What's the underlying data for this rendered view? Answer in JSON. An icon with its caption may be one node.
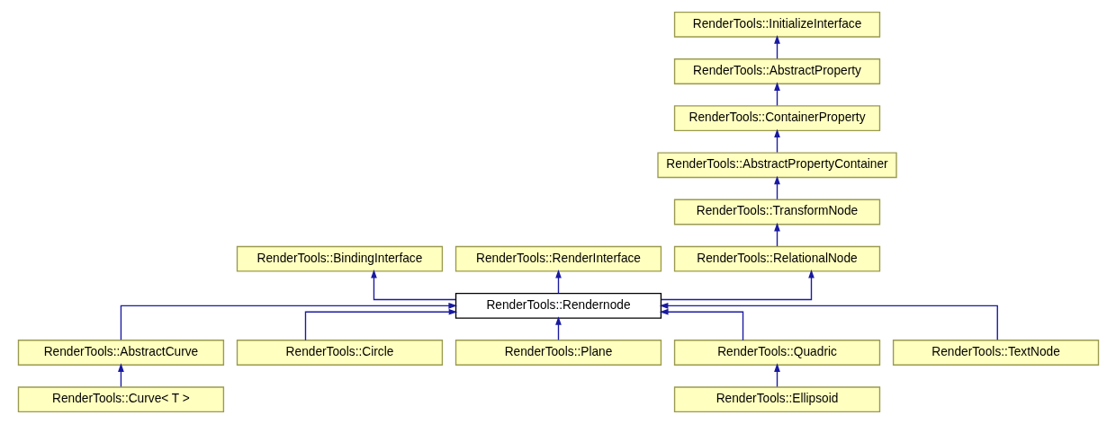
{
  "diagram": {
    "nodes": [
      {
        "text": [
          "RenderTools::InitializeInterface"
        ]
      },
      {
        "text": [
          "RenderTools::AbstractProperty"
        ]
      },
      {
        "text": [
          "RenderTools::ContainerProperty"
        ]
      },
      {
        "text": [
          "RenderTools::AbstractPropertyContainer"
        ]
      },
      {
        "text": [
          "RenderTools::TransformNode"
        ]
      },
      {
        "text": [
          "RenderTools::BindingInterface"
        ]
      },
      {
        "text": [
          "RenderTools::RenderInterface"
        ]
      },
      {
        "text": [
          "RenderTools::RelationalNode"
        ]
      },
      {
        "text": [
          "RenderTools::Rendernode"
        ]
      },
      {
        "text": [
          "RenderTools::AbstractCurve"
        ]
      },
      {
        "text": [
          "RenderTools::Circle"
        ]
      },
      {
        "text": [
          "RenderTools::Plane"
        ]
      },
      {
        "text": [
          "RenderTools::Quadric"
        ]
      },
      {
        "text": [
          "RenderTools::TextNode"
        ]
      },
      {
        "text": [
          "RenderTools::Curve< T >"
        ]
      },
      {
        "text": [
          "RenderTools::Ellipsoid"
        ]
      }
    ],
    "edges": [
      {
        "from": 1,
        "to": 0,
        "arrow": "to"
      },
      {
        "from": 2,
        "to": 1,
        "arrow": "to"
      },
      {
        "from": 3,
        "to": 2,
        "arrow": "to"
      },
      {
        "from": 4,
        "to": 3,
        "arrow": "to"
      },
      {
        "from": 7,
        "to": 4,
        "arrow": "to"
      },
      {
        "from": 8,
        "to": 5,
        "arrow": "to"
      },
      {
        "from": 8,
        "to": 6,
        "arrow": "to"
      },
      {
        "from": 8,
        "to": 7,
        "arrow": "to"
      },
      {
        "from": 9,
        "to": 8,
        "arrow": "to"
      },
      {
        "from": 10,
        "to": 8,
        "arrow": "to"
      },
      {
        "from": 11,
        "to": 8,
        "arrow": "to"
      },
      {
        "from": 12,
        "to": 8,
        "arrow": "to"
      },
      {
        "from": 13,
        "to": 8,
        "arrow": "to"
      },
      {
        "from": 14,
        "to": 9,
        "arrow": "to"
      },
      {
        "from": 15,
        "to": 12,
        "arrow": "to"
      }
    ]
  }
}
